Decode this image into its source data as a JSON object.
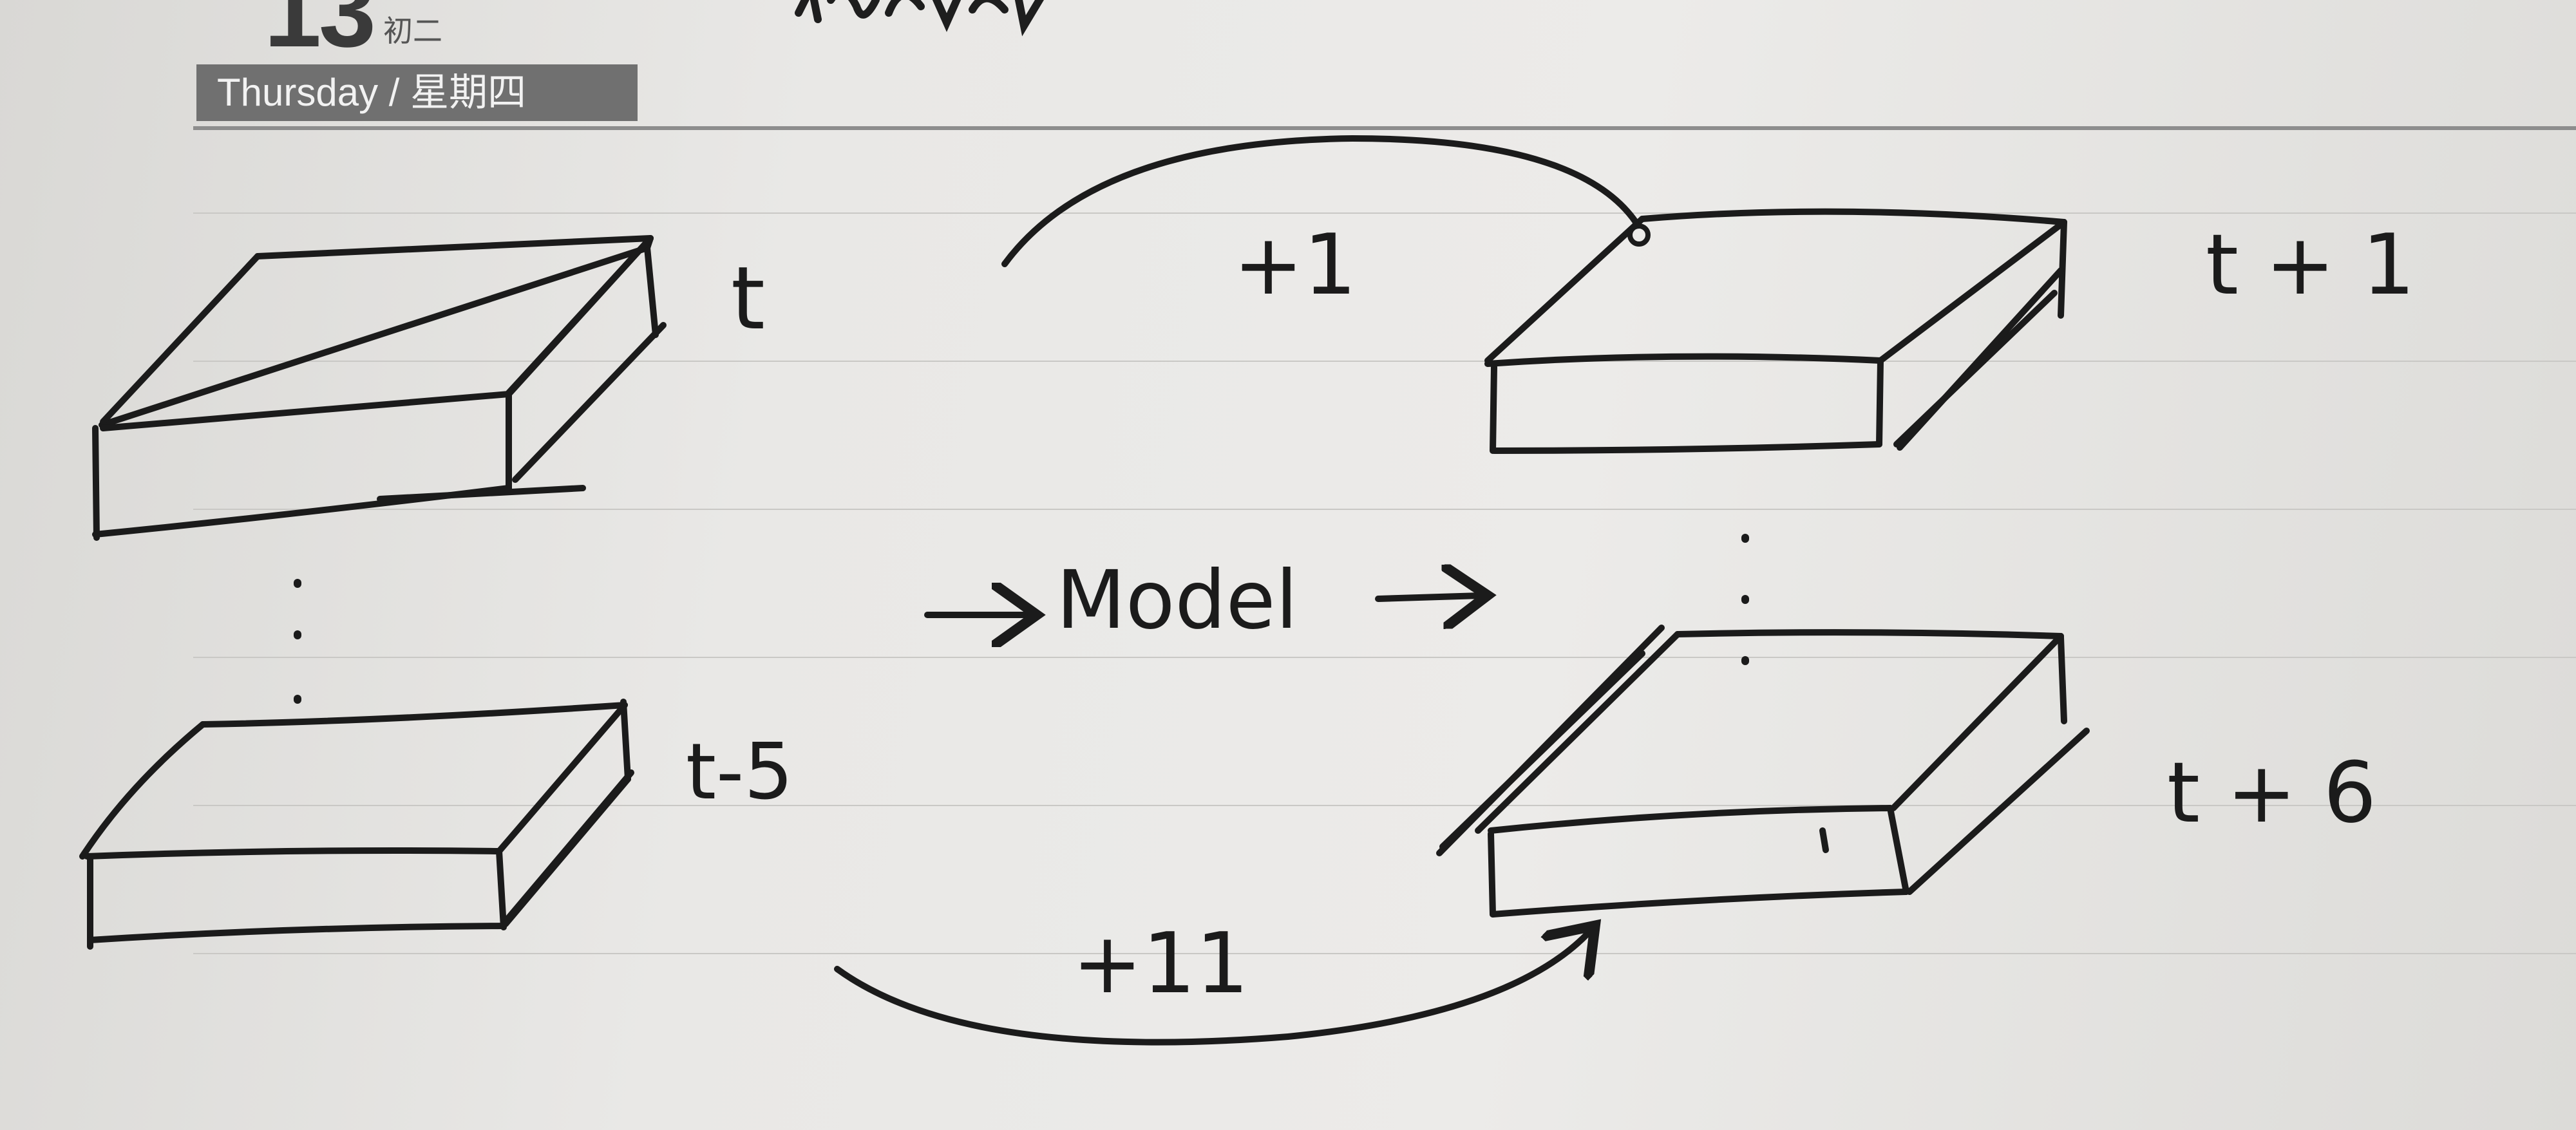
{
  "header": {
    "day_number": "13",
    "lunar_date": "初二",
    "weekday": "Thursday / 星期四"
  },
  "diagram": {
    "input_labels": {
      "top": "t",
      "bottom": "t-5"
    },
    "output_labels": {
      "top": "t + 1",
      "bottom": "t + 6"
    },
    "model_label": "Model",
    "top_arc_label": "+1",
    "bottom_arc_label": "+11"
  }
}
